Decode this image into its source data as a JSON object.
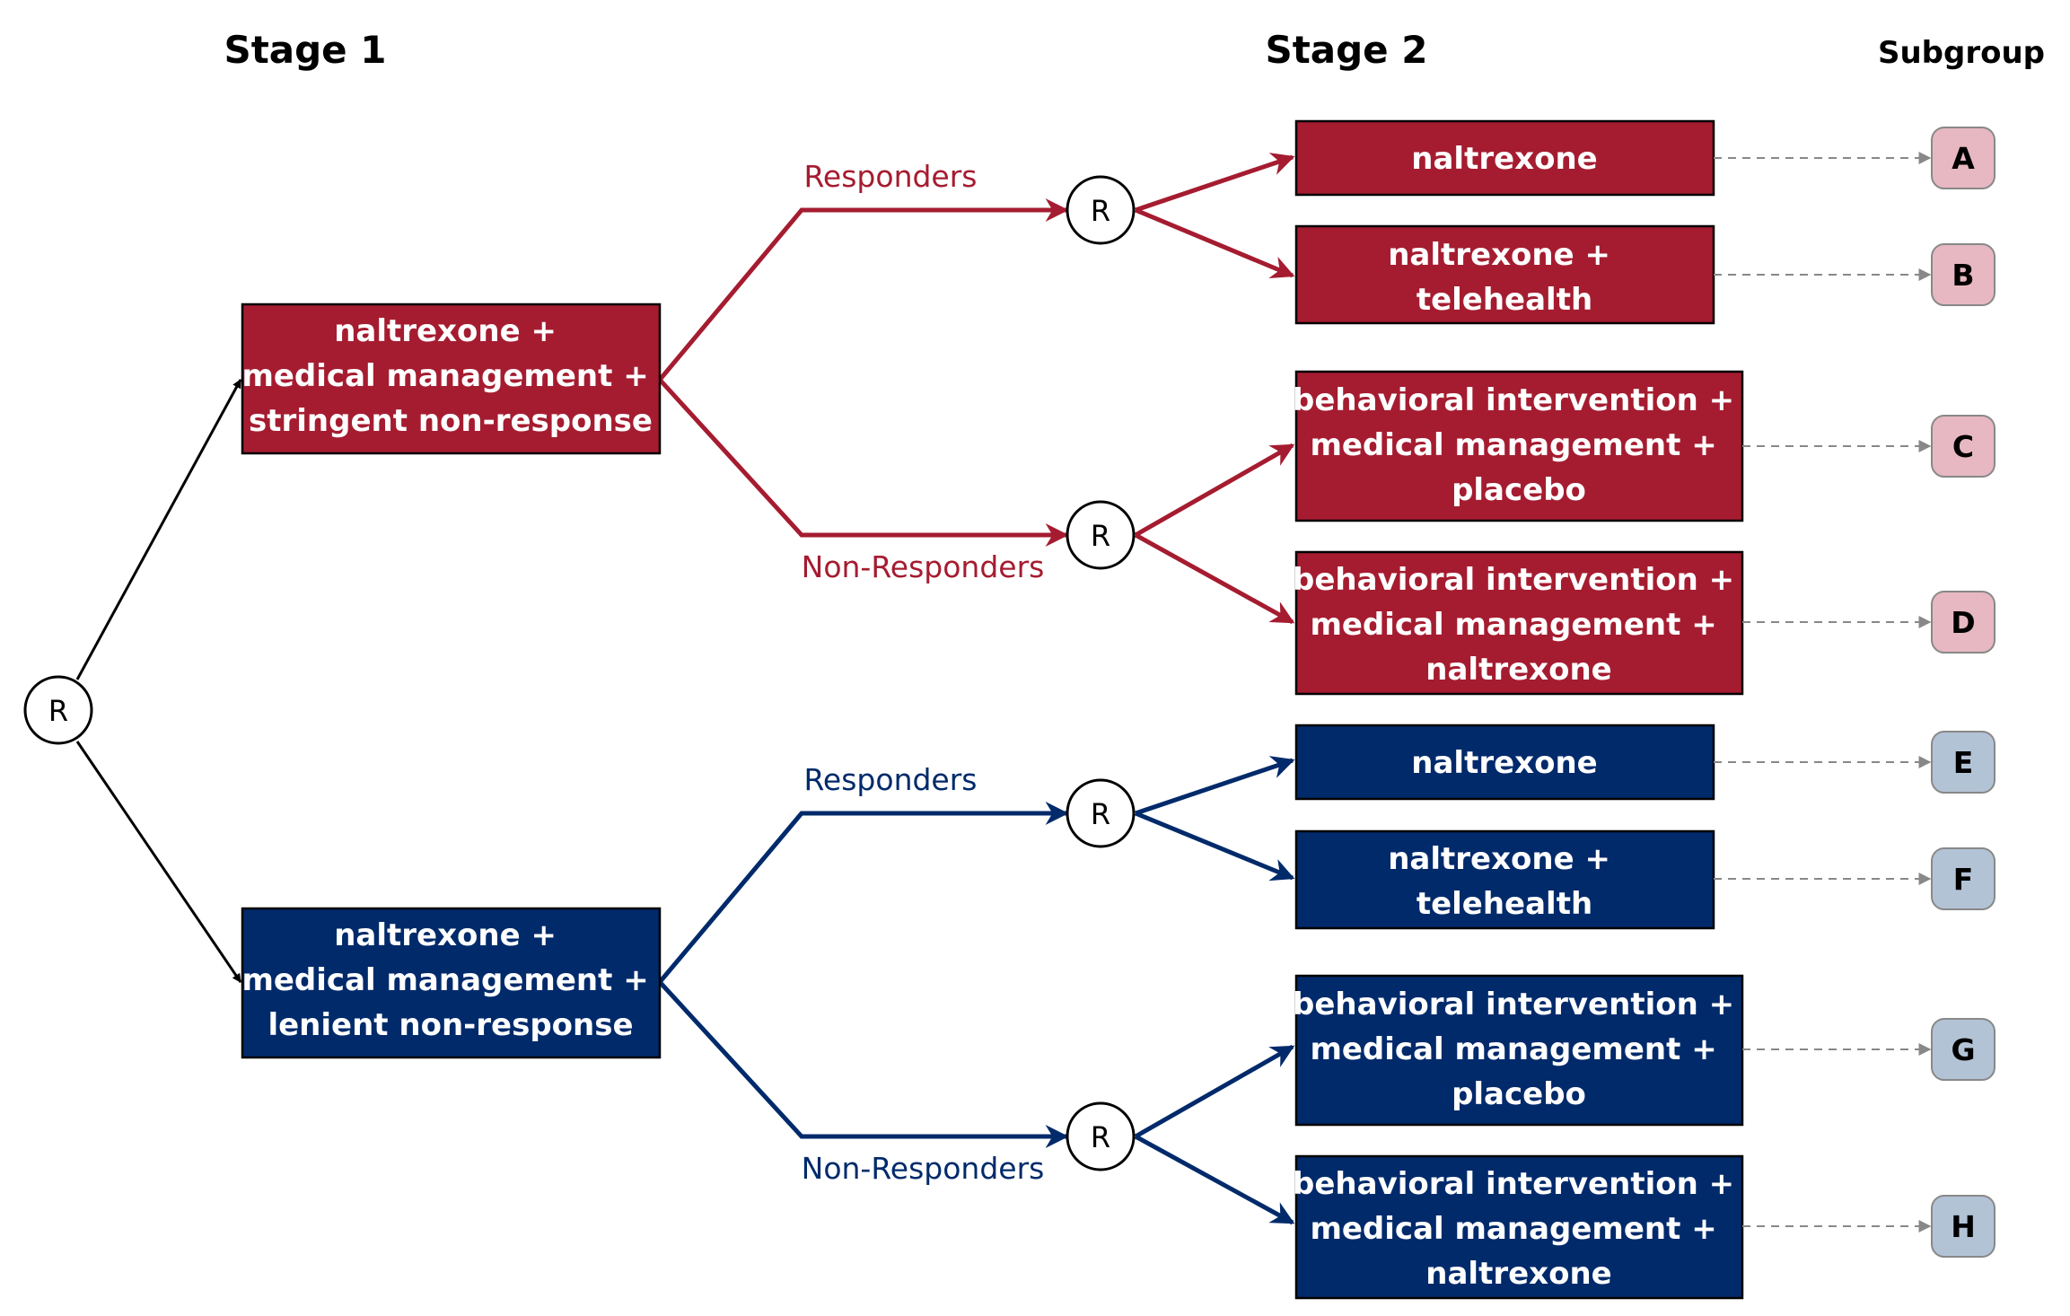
{
  "headers": {
    "stage1": "Stage 1",
    "stage2": "Stage 2",
    "subgroup": "Subgroup"
  },
  "colors": {
    "red": "#a51c30",
    "blue": "#012a6b",
    "red_light": "#e7b8c1",
    "blue_light": "#b3c3d6"
  },
  "randomize_label": "R",
  "stage1": {
    "red": [
      "naltrexone +",
      "medical management +",
      "stringent non-response"
    ],
    "blue": [
      "naltrexone +",
      "medical management +",
      "lenient non-response"
    ]
  },
  "branches": {
    "red_responders": "Responders",
    "red_nonresponders": "Non-Responders",
    "blue_responders": "Responders",
    "blue_nonresponders": "Non-Responders"
  },
  "stage2": {
    "red_resp_1": [
      "naltrexone"
    ],
    "red_resp_2": [
      "naltrexone +",
      "telehealth"
    ],
    "red_non_1": [
      "behavioral intervention +",
      "medical management +",
      "placebo"
    ],
    "red_non_2": [
      "behavioral intervention +",
      "medical management +",
      "naltrexone"
    ],
    "blue_resp_1": [
      "naltrexone"
    ],
    "blue_resp_2": [
      "naltrexone +",
      "telehealth"
    ],
    "blue_non_1": [
      "behavioral intervention +",
      "medical management +",
      "placebo"
    ],
    "blue_non_2": [
      "behavioral intervention +",
      "medical management +",
      "naltrexone"
    ]
  },
  "subgroups": [
    "A",
    "B",
    "C",
    "D",
    "E",
    "F",
    "G",
    "H"
  ]
}
